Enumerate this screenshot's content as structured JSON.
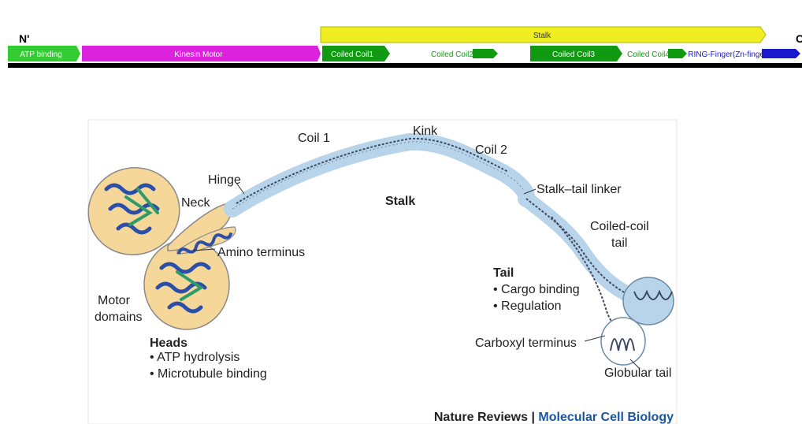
{
  "domain_bar": {
    "n_label": "N'",
    "c_label": "C",
    "stalk_label": "Stalk",
    "domains": [
      {
        "label": "ATP binding",
        "color": "#33cc33"
      },
      {
        "label": "Kinesin Motor",
        "color": "#dd22dd"
      },
      {
        "label": "Coiled Coil1",
        "color": "#119911"
      },
      {
        "label": "Coiled Coil2",
        "color": "#119911"
      },
      {
        "label": "Coiled Coil3",
        "color": "#119911"
      },
      {
        "label": "Coiled Coil4",
        "color": "#119911"
      },
      {
        "label": "RING-Finger(Zn-finger)",
        "color": "#1a1acc"
      }
    ],
    "stalk_color": "#eeee22",
    "baseline_color": "#000000"
  },
  "figure": {
    "labels": {
      "coil1": "Coil 1",
      "kink": "Kink",
      "coil2": "Coil 2",
      "hinge": "Hinge",
      "neck": "Neck",
      "stalk": "Stalk",
      "stalk_tail_linker": "Stalk–tail linker",
      "coiled_coil_tail_1": "Coiled-coil",
      "coiled_coil_tail_2": "tail",
      "amino_terminus": "Amino terminus",
      "motor_domains_1": "Motor",
      "motor_domains_2": "domains",
      "tail_title": "Tail",
      "tail_item1": "• Cargo binding",
      "tail_item2": "• Regulation",
      "heads_title": "Heads",
      "heads_item1": "• ATP hydrolysis",
      "heads_item2": "• Microtubule binding",
      "carboxyl_terminus": "Carboxyl terminus",
      "globular_tail": "Globular tail"
    },
    "credit_journal": "Nature Reviews",
    "credit_sep": " | ",
    "credit_section": "Molecular Cell Biology",
    "colors": {
      "motor_fill": "#f5d79a",
      "coil_fill": "#b8d4ea",
      "helix_blue": "#2b4fa8",
      "sheet_green": "#2f9a6a",
      "credit_blue": "#1a56a6"
    }
  }
}
